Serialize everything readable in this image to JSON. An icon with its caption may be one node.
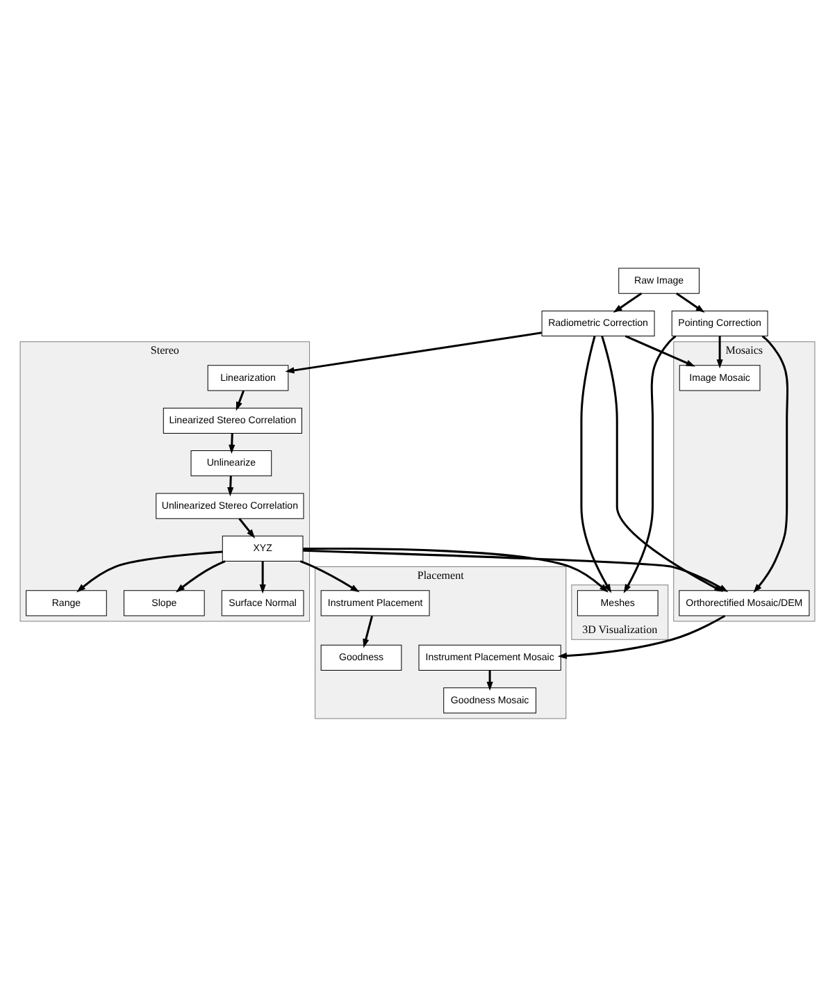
{
  "diagram": {
    "nodes": [
      {
        "text": [
          "Raw Image"
        ]
      },
      {
        "text": [
          "Radiometric Correction"
        ]
      },
      {
        "text": [
          "Pointing Correction"
        ]
      },
      {
        "text": [
          "Stereo"
        ]
      },
      {
        "text": [
          "Linearization"
        ],
        "in": 3
      },
      {
        "text": [
          "Linearized Stereo Correlation"
        ],
        "in": 3
      },
      {
        "text": [
          "Unlinearize"
        ],
        "in": 3
      },
      {
        "text": [
          "Unlinearized Stereo Correlation"
        ],
        "in": 3
      },
      {
        "text": [
          "XYZ"
        ],
        "in": 3
      },
      {
        "text": [
          "Range"
        ],
        "in": 3
      },
      {
        "text": [
          "Slope"
        ],
        "in": 3
      },
      {
        "text": [
          "Surface Normal"
        ],
        "in": 3
      },
      {
        "text": [
          "Mosaics"
        ]
      },
      {
        "text": [
          "Image Mosaic"
        ],
        "in": 12
      },
      {
        "text": [
          "Orthorectified Mosaic/DEM"
        ],
        "in": 12
      },
      {
        "text": [
          "3D Visualization"
        ]
      },
      {
        "text": [
          "Meshes"
        ],
        "in": 15
      },
      {
        "text": [
          "Placement"
        ]
      },
      {
        "text": [
          "Instrument Placement Mosaic"
        ],
        "in": 17
      },
      {
        "text": [
          "Goodness Mosaic"
        ],
        "in": 17
      },
      {
        "text": [
          "Instrument Placement"
        ],
        "in": 17
      },
      {
        "text": [
          "Goodness"
        ],
        "in": 17
      }
    ],
    "edges": [
      {
        "from": 0,
        "to": 1,
        "arrow": "to"
      },
      {
        "from": 0,
        "to": 2,
        "arrow": "to"
      },
      {
        "from": 1,
        "to": 4,
        "arrow": "to"
      },
      {
        "from": 4,
        "to": 5,
        "arrow": "to"
      },
      {
        "from": 5,
        "to": 6,
        "arrow": "to"
      },
      {
        "from": 6,
        "to": 7,
        "arrow": "to"
      },
      {
        "from": 7,
        "to": 8,
        "arrow": "to"
      },
      {
        "from": 8,
        "to": 9,
        "arrow": "to"
      },
      {
        "from": 8,
        "to": 10,
        "arrow": "to"
      },
      {
        "from": 8,
        "to": 11,
        "arrow": "to"
      },
      {
        "from": 1,
        "to": 16,
        "arrow": "to"
      },
      {
        "from": 1,
        "to": 13,
        "arrow": "to"
      },
      {
        "from": 1,
        "to": 14,
        "arrow": "to"
      },
      {
        "from": 2,
        "to": 16,
        "arrow": "to"
      },
      {
        "from": 2,
        "to": 13,
        "arrow": "to"
      },
      {
        "from": 2,
        "to": 14,
        "arrow": "to"
      },
      {
        "from": 8,
        "to": 14,
        "arrow": "to"
      },
      {
        "from": 8,
        "to": 16,
        "arrow": "to"
      },
      {
        "from": 8,
        "to": 20,
        "arrow": "to"
      },
      {
        "from": 14,
        "to": 18,
        "arrow": "to"
      },
      {
        "from": 18,
        "to": 19,
        "arrow": "to"
      },
      {
        "from": 20,
        "to": 21,
        "arrow": "to"
      }
    ]
  }
}
